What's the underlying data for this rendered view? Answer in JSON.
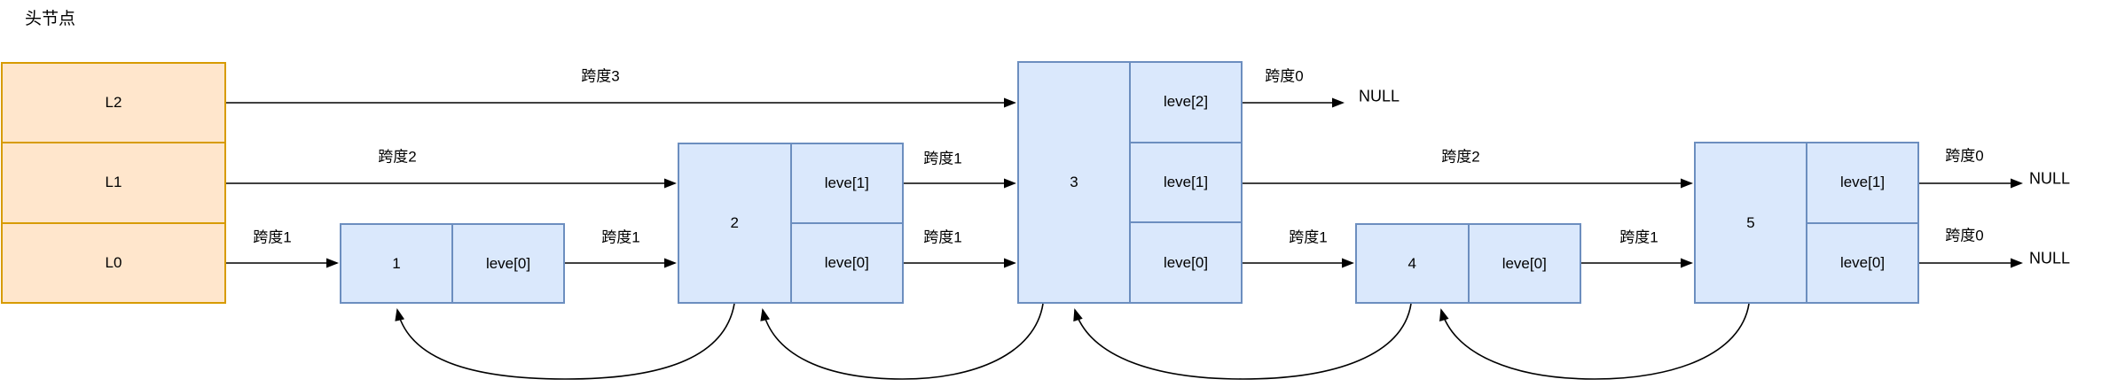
{
  "title": "头节点",
  "head": {
    "levels": [
      "L2",
      "L1",
      "L0"
    ]
  },
  "nodes": [
    {
      "value": "1",
      "levels": [
        "leve[0]"
      ]
    },
    {
      "value": "2",
      "levels": [
        "leve[1]",
        "leve[0]"
      ]
    },
    {
      "value": "3",
      "levels": [
        "leve[2]",
        "leve[1]",
        "leve[0]"
      ]
    },
    {
      "value": "4",
      "levels": [
        "leve[0]"
      ]
    },
    {
      "value": "5",
      "levels": [
        "leve[1]",
        "leve[0]"
      ]
    }
  ],
  "arrows": [
    {
      "from": "head-L2",
      "to": "node-3",
      "label": "跨度3"
    },
    {
      "from": "head-L1",
      "to": "node-2",
      "label": "跨度2"
    },
    {
      "from": "head-L0",
      "to": "node-1",
      "label": "跨度1"
    },
    {
      "from": "node-1-leve0",
      "to": "node-2",
      "label": "跨度1"
    },
    {
      "from": "node-2-leve1",
      "to": "node-3",
      "label": "跨度1"
    },
    {
      "from": "node-2-leve0",
      "to": "node-3",
      "label": "跨度1"
    },
    {
      "from": "node-3-leve2",
      "to": "NULL",
      "label": "跨度0"
    },
    {
      "from": "node-3-leve1",
      "to": "node-5",
      "label": "跨度2"
    },
    {
      "from": "node-3-leve0",
      "to": "node-4",
      "label": "跨度1"
    },
    {
      "from": "node-4-leve0",
      "to": "node-5",
      "label": "跨度1"
    },
    {
      "from": "node-5-leve1",
      "to": "NULL",
      "label": "跨度0"
    },
    {
      "from": "node-5-leve0",
      "to": "NULL",
      "label": "跨度0"
    }
  ],
  "backward_arrows": [
    {
      "from": "node-2",
      "to": "node-1"
    },
    {
      "from": "node-3",
      "to": "node-2"
    },
    {
      "from": "node-4",
      "to": "node-3"
    },
    {
      "from": "node-5",
      "to": "node-4"
    }
  ],
  "null_labels": [
    "NULL",
    "NULL",
    "NULL"
  ],
  "colors": {
    "head_fill": "#ffe6cc",
    "head_border": "#d79b00",
    "node_fill": "#dae8fc",
    "node_border": "#6c8ebf",
    "line": "#000000"
  }
}
